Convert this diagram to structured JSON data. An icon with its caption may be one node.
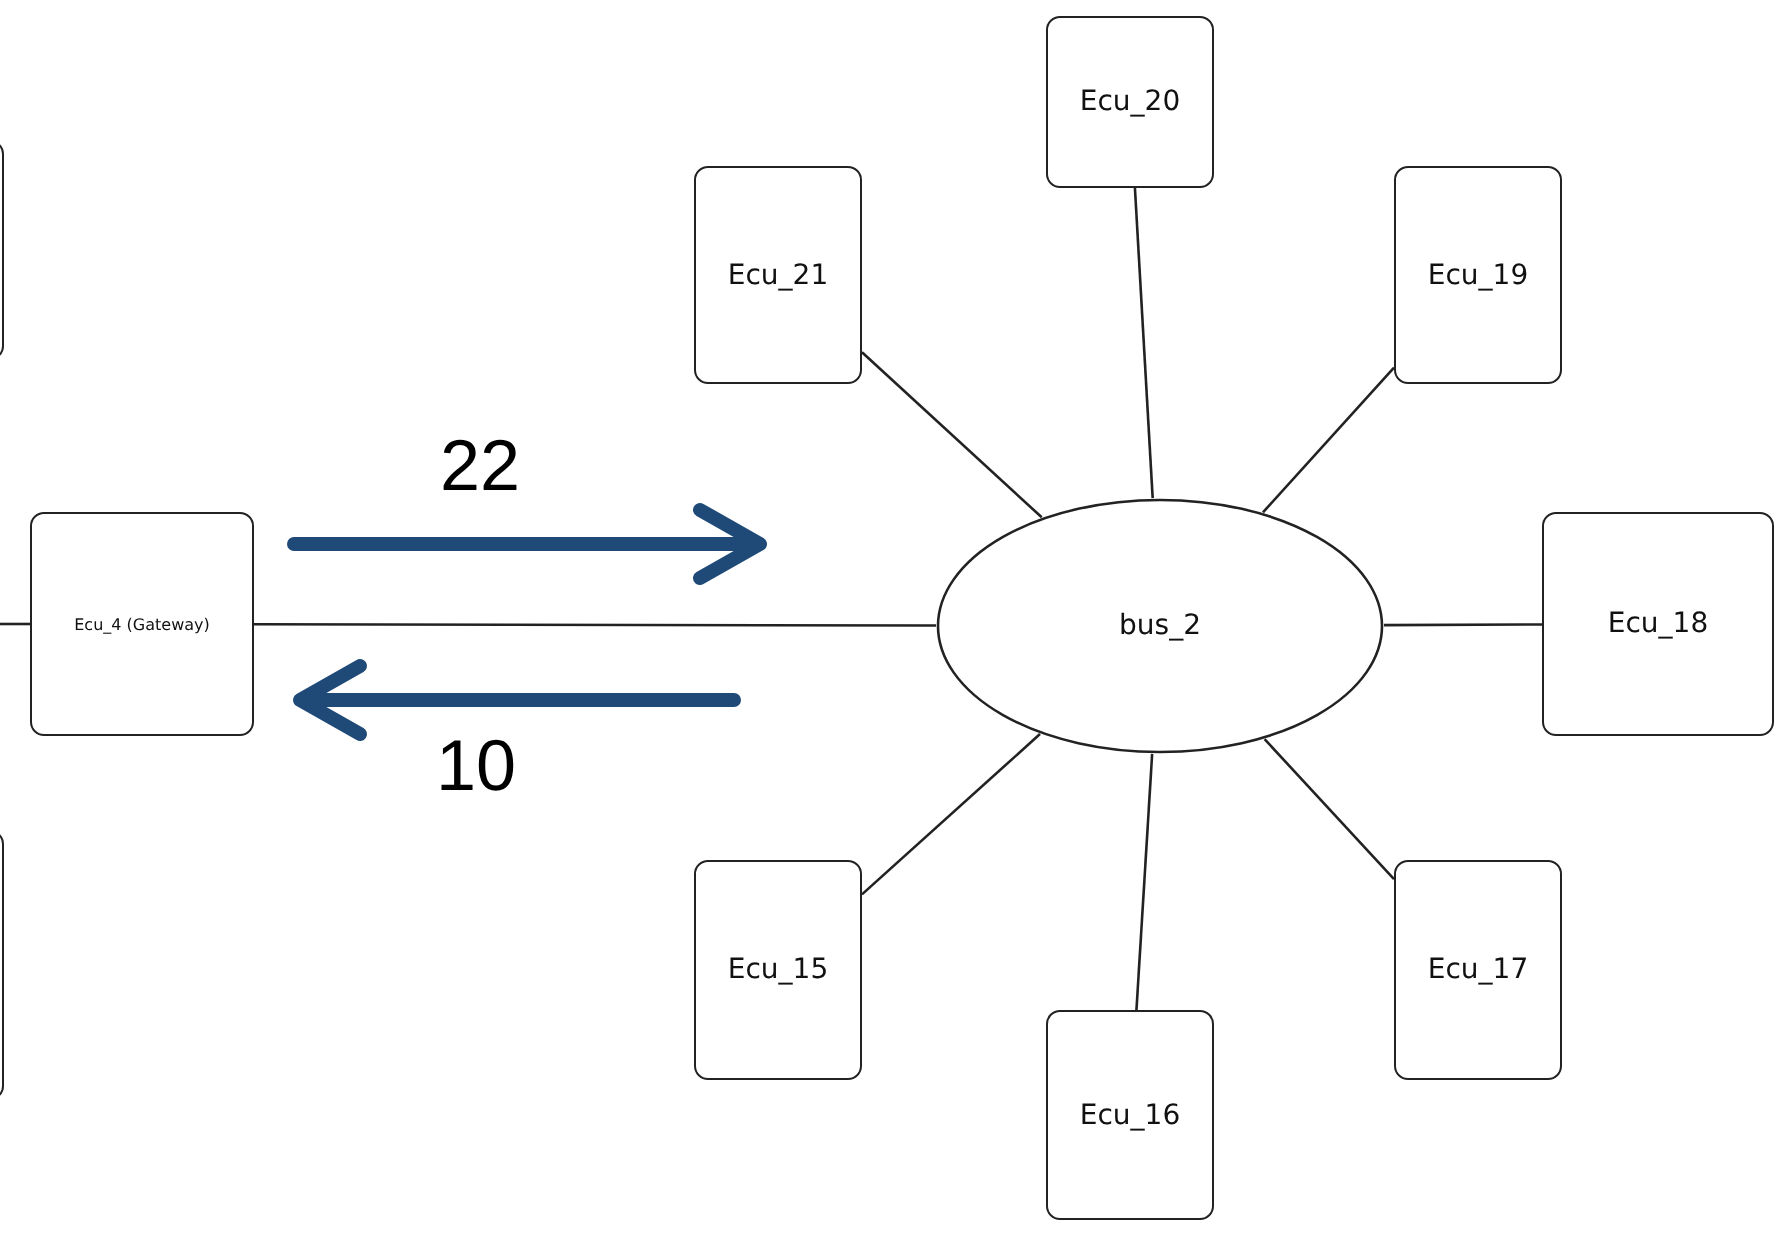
{
  "diagram": {
    "nodes": [
      {
        "text": [
          "Ecu_20"
        ]
      },
      {
        "text": [
          "Ecu_21"
        ]
      },
      {
        "text": [
          "Ecu_19"
        ]
      },
      {
        "text": [],
        "shape": "box"
      },
      {
        "text": [
          "Ecu_4 (Gateway)"
        ]
      },
      {
        "text": [
          "bus_2"
        ]
      },
      {
        "text": [
          "Ecu_18"
        ]
      },
      {
        "text": [],
        "shape": "box"
      },
      {
        "text": [
          "Ecu_15"
        ]
      },
      {
        "text": [
          "Ecu_17"
        ]
      },
      {
        "text": [
          "Ecu_16"
        ]
      }
    ],
    "edges": [
      {
        "from": null,
        "to": 4,
        "arrow": "none"
      },
      {
        "from": 4,
        "to": 5,
        "arrow": "none"
      },
      {
        "from": 5,
        "to": 0,
        "arrow": "none"
      },
      {
        "from": 5,
        "to": 1,
        "arrow": "none"
      },
      {
        "from": 5,
        "to": 2,
        "arrow": "none"
      },
      {
        "from": 5,
        "to": 6,
        "arrow": "none"
      },
      {
        "from": 5,
        "to": 8,
        "arrow": "none"
      },
      {
        "from": 5,
        "to": 9,
        "arrow": "none"
      },
      {
        "from": 5,
        "to": 10,
        "arrow": "none"
      }
    ],
    "labels": [
      "22",
      "10"
    ]
  }
}
